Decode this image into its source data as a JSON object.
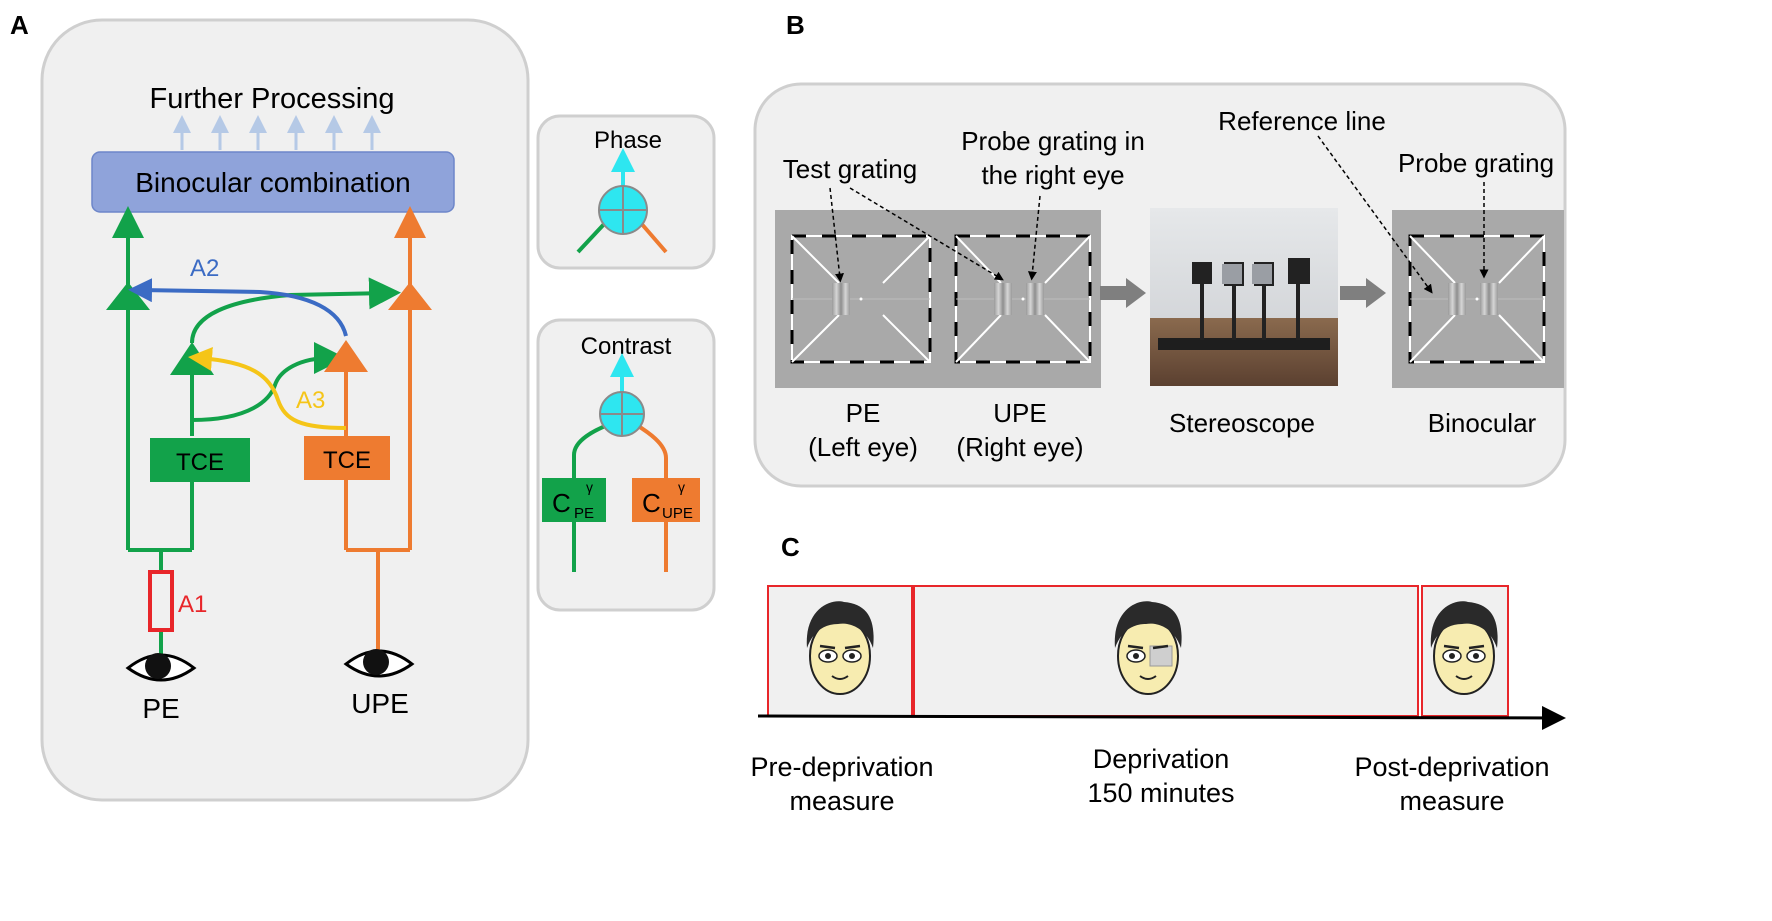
{
  "panel_a": {
    "label": "A",
    "further_processing": "Further Processing",
    "binocular_combination": "Binocular combination",
    "a1": "A1",
    "a2": "A2",
    "a3": "A3",
    "tce_left": "TCE",
    "tce_right": "TCE",
    "pe": "PE",
    "upe": "UPE",
    "phase": "Phase",
    "contrast": "Contrast",
    "c_pe_base": "C",
    "c_pe_sub": "PE",
    "c_pe_sup": "γ",
    "c_upe_base": "C",
    "c_upe_sub": "UPE",
    "c_upe_sup": "γ"
  },
  "panel_b": {
    "label": "B",
    "test_grating": "Test grating",
    "probe_right_line1": "Probe grating in",
    "probe_right_line2": "the right eye",
    "reference_line": "Reference line",
    "probe_grating": "Probe grating",
    "pe_line1": "PE",
    "pe_line2": "(Left eye)",
    "upe_line1": "UPE",
    "upe_line2": "(Right eye)",
    "stereoscope": "Stereoscope",
    "binocular": "Binocular"
  },
  "panel_c": {
    "label": "C",
    "pre_line1": "Pre-deprivation",
    "pre_line2": "measure",
    "dep_line1": "Deprivation",
    "dep_line2": "150 minutes",
    "post_line1": "Post-deprivation",
    "post_line2": "measure"
  },
  "colors": {
    "green": "#12a24a",
    "orange": "#ee7b30",
    "blue": "#3b6bc4",
    "yellow": "#f5c518",
    "red": "#e8262a",
    "cyan": "#2ee6f0",
    "panel_bg": "#f0f0f0",
    "panel_border": "#cfcfcf"
  }
}
